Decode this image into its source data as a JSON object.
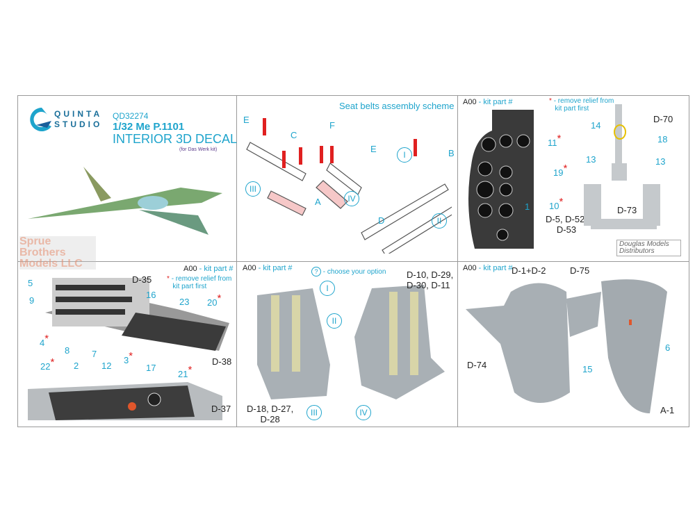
{
  "header": {
    "brand_line1": "QUINTA",
    "brand_line2": "STUDIO",
    "code": "QD32274",
    "model": "1/32 Me P.1101",
    "product": "INTERIOR 3D DECAL",
    "kit_note": "(for Das Werk kit)"
  },
  "watermarks": {
    "sprue": "Sprue Brothers Models LLC",
    "douglas": "Douglas Models Distributors"
  },
  "legend": {
    "kit_part": "A00",
    "kit_part_desc": "- kit part #",
    "star": "*",
    "remove_relief": "- remove relief from",
    "remove_relief2": "kit part first",
    "choose_symbol": "?",
    "choose_option": "- choose your option"
  },
  "belts": {
    "title": "Seat belts assembly scheme",
    "labels": [
      "E",
      "C",
      "F",
      "E",
      "A",
      "B",
      "D",
      "III",
      "IV",
      "I",
      "II"
    ]
  },
  "panel_dash": {
    "labels": [
      "11",
      "19",
      "1",
      "10",
      "14",
      "18",
      "13",
      "13",
      "D-70",
      "D-73",
      "D-5, D-52,",
      "D-53"
    ]
  },
  "panel_side": {
    "labels": [
      "5",
      "9",
      "4",
      "8",
      "7",
      "3",
      "16",
      "23",
      "20",
      "D-35",
      "D-38"
    ]
  },
  "panel_console": {
    "labels": [
      "22",
      "2",
      "12",
      "17",
      "21",
      "D-37"
    ]
  },
  "panel_seats": {
    "labels": [
      "I",
      "II",
      "III",
      "IV",
      "D-10, D-29,",
      "D-30, D-11",
      "D-18, D-27,",
      "D-28"
    ]
  },
  "panel_walls": {
    "labels": [
      "D-1+D-2",
      "D-75",
      "D-74",
      "15",
      "6",
      "A-1"
    ]
  },
  "colors": {
    "accent": "#1ea4cc",
    "star": "#e02020"
  }
}
